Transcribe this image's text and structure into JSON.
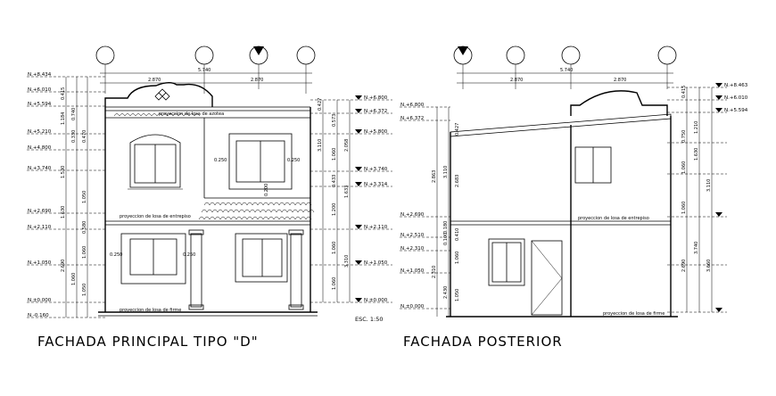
{
  "front": {
    "title": "FACHADA PRINCIPAL TIPO \"D\"",
    "scale": "ESC. 1:50",
    "top_dims": [
      "5.740",
      "2.870",
      "2.870"
    ],
    "left_levels": [
      "N.+8.434",
      "N.+6.010",
      "N.+5.594",
      "N.+5.210",
      "N.+4.800",
      "N.+3.740",
      "N.+2.690",
      "N.+2.110",
      "N.+1.050",
      "N.±0.000",
      "N.-0.160"
    ],
    "right_levels": [
      "N.+6.800",
      "N.+6.372",
      "N.+5.800",
      "N.+3.740",
      "N.+3.314",
      "N.+2.110",
      "N.+1.050",
      "N.±0.000"
    ],
    "left_dims_outer": [
      "0.415",
      "1.184",
      "1.530",
      "1.630",
      "2.690"
    ],
    "left_dims_inner": [
      "0.740",
      "0.330",
      "0.470",
      "1.050",
      "0.580",
      "1.060",
      "1.060",
      "1.050"
    ],
    "right_dims_a": [
      "0.427",
      "0.573",
      "1.060",
      "0.433",
      "1.200",
      "1.060",
      "1.060"
    ],
    "right_dims_b": [
      "3.110",
      "2.058",
      "1.633",
      "3.310"
    ],
    "window_dims": [
      "0.250",
      "0.250",
      "0.200",
      "0.250",
      "0.250"
    ],
    "notes": [
      "proyeccion de losa de azotea",
      "proyeccion de losa de entrepiso",
      "proyeccion de losa de firme"
    ]
  },
  "rear": {
    "title": "FACHADA POSTERIOR",
    "top_dims": [
      "5.740",
      "2.870",
      "2.870"
    ],
    "left_levels": [
      "N.+6.800",
      "N.+6.372",
      "N.+2.690",
      "N.+2.510",
      "N.+2.310",
      "N.+1.050",
      "N.±0.000"
    ],
    "right_levels": [
      "N.+8.463",
      "N.+6.010",
      "N.+5.594"
    ],
    "left_dims": [
      "0.427",
      "3.110",
      "2.683",
      "2.863",
      "0.180",
      "0.410",
      "0.100",
      "1.060",
      "1.050",
      "2.310",
      "2.430"
    ],
    "right_dims": [
      "0.415",
      "1.210",
      "0.750",
      "1.060",
      "1.630",
      "1.060",
      "3.110",
      "3.740",
      "2.690",
      "3.660"
    ],
    "notes": [
      "proyeccion de losa de entrepiso",
      "proyeccion de losa de firme"
    ]
  }
}
